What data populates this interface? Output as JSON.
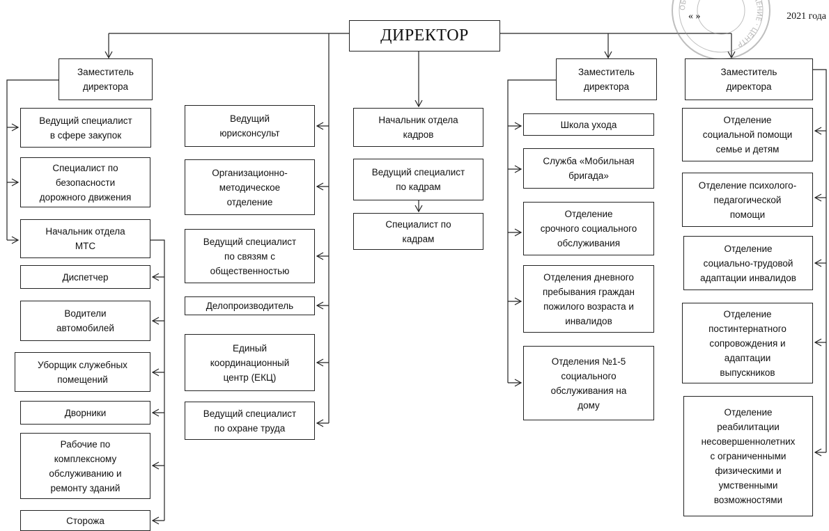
{
  "header": {
    "date_quote": "« »",
    "date_year": "2021 года"
  },
  "stamp_text": "ОБЛАСТИ · ИМЕНИ · УЧРЕЖДЕНИЕ · ЦЕНТР",
  "director": "ДИРЕКТОР",
  "col1": {
    "deputy": "Заместитель\nдиректора",
    "procurement": "Ведущий специалист\nв сфере закупок",
    "road_safety": "Специалист по\nбезопасности\nдорожного движения",
    "mts_head": "Начальник отдела\nМТС",
    "mts_items": [
      "Диспетчер",
      "Водители\nавтомобилей",
      "Уборщик служебных\nпомещений",
      "Дворники",
      "Рабочие по\nкомплексному\nобслуживанию и\nремонту зданий",
      "Сторожа"
    ]
  },
  "col2": {
    "items": [
      "Ведущий\nюрисконсульт",
      "Организационно-\nметодическое\nотделение",
      "Ведущий специалист\nпо связям с\nобщественностью",
      "Делопроизводитель",
      "Единый\nкоординационный\nцентр (ЕКЦ)",
      "Ведущий специалист\nпо охране труда"
    ]
  },
  "col3": {
    "items": [
      "Начальник отдела\nкадров",
      "Ведущий специалист\nпо кадрам",
      "Специалист по\nкадрам"
    ]
  },
  "col4": {
    "deputy": "Заместитель\nдиректора",
    "items": [
      "Школа ухода",
      "Служба «Мобильная\nбригада»",
      "Отделение\nсрочного социального\nобслуживания",
      "Отделения дневного\nпребывания граждан\nпожилого возраста и\nинвалидов",
      "Отделения №1-5\nсоциального\nобслуживания на\nдому"
    ]
  },
  "col5": {
    "deputy": "Заместитель\nдиректора",
    "items": [
      "Отделение\nсоциальной помощи\nсемье и детям",
      "Отделение психолого-\nпедагогической\nпомощи",
      "Отделение\nсоциально-трудовой\nадаптации инвалидов",
      "Отделение\nпостинтернатного\nсопровождения и\nадаптации\nвыпускников",
      "Отделение\nреабилитации\nнесовершеннолетних\nс ограниченными\nфизическими и\nумственными\nвозможностями"
    ]
  }
}
